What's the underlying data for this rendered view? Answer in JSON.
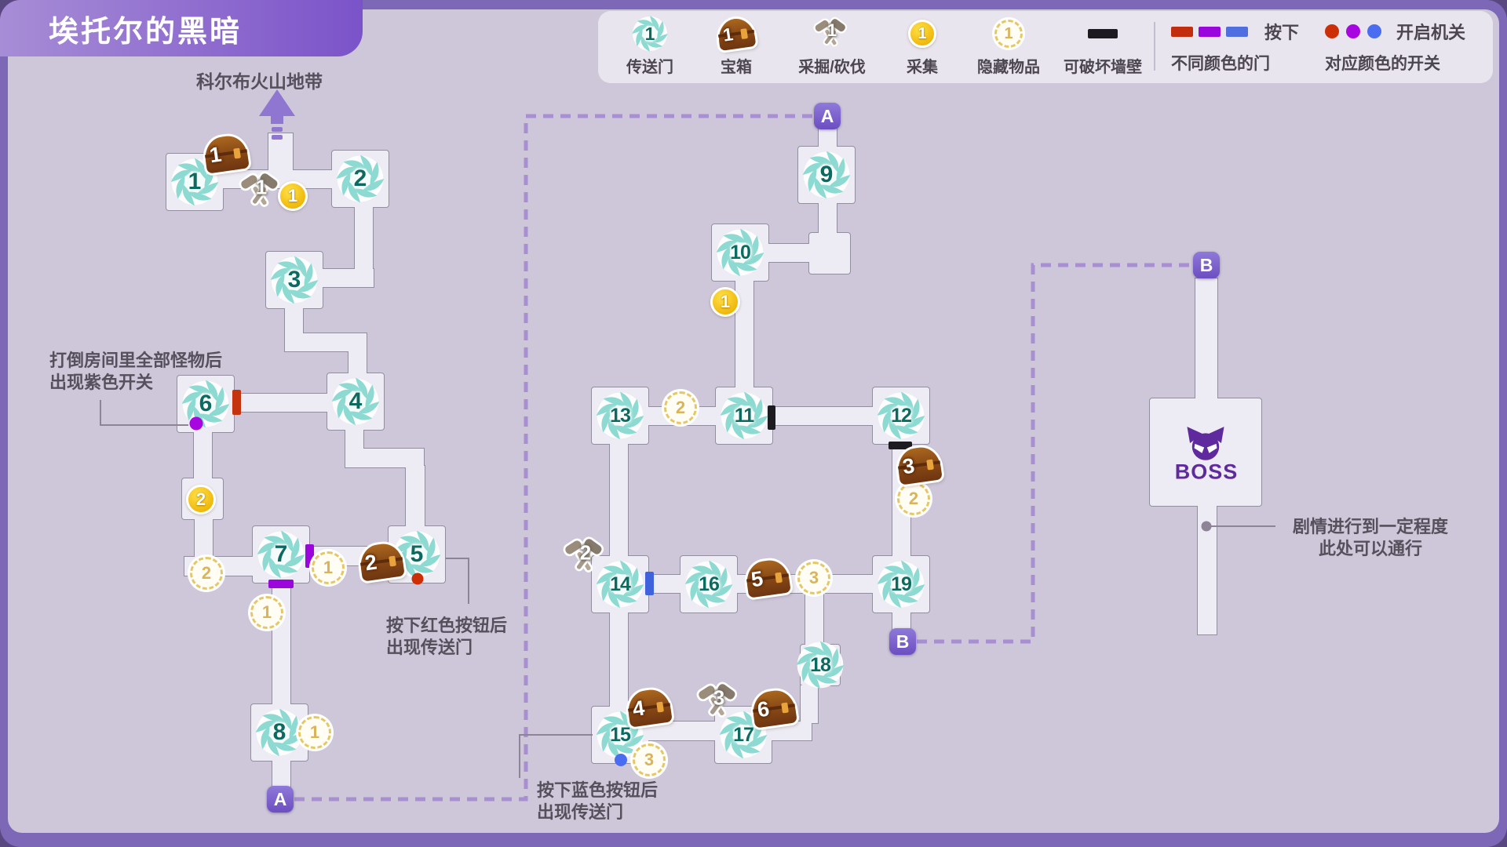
{
  "title": "埃托尔的黑暗",
  "legend": {
    "items": [
      {
        "name": "portal",
        "value": "1",
        "label": "传送门"
      },
      {
        "name": "chest",
        "value": "1",
        "label": "宝箱"
      },
      {
        "name": "mallet",
        "value": "1",
        "label": "采掘/砍伐"
      },
      {
        "name": "coin",
        "value": "1",
        "label": "采集"
      },
      {
        "name": "hidden",
        "value": "1",
        "label": "隐藏物品"
      },
      {
        "name": "wall",
        "value": "",
        "label": "可破坏墙壁"
      }
    ],
    "doors": {
      "press": "按下",
      "label": "不同颜色的门",
      "colors": [
        "#c22e0d",
        "#9b06dd",
        "#4f6fe0"
      ]
    },
    "switches": {
      "action": "开启机关",
      "label": "对应颜色的开关",
      "colors": [
        "#cc2f05",
        "#a806e0",
        "#4a6cf0"
      ]
    }
  },
  "markers": {
    "a": "A",
    "b": "B"
  },
  "map": {
    "portals": [
      "1",
      "2",
      "3",
      "4",
      "5",
      "6",
      "7",
      "8",
      "9",
      "10",
      "11",
      "12",
      "13",
      "14",
      "15",
      "16",
      "17",
      "18",
      "19"
    ],
    "chests": [
      "1",
      "2",
      "3",
      "4",
      "5",
      "6"
    ],
    "mallets": [
      "1",
      "2",
      "3"
    ],
    "coins": [
      "1",
      "2",
      "1"
    ],
    "hidden": [
      "2",
      "1",
      "1",
      "1",
      "2",
      "2",
      "3",
      "3"
    ]
  },
  "annotations": {
    "volcano": "科尔布火山地带",
    "purple_switch": [
      "打倒房间里全部怪物后",
      "出现紫色开关"
    ],
    "red_button": [
      "按下红色按钮后",
      "出现传送门"
    ],
    "blue_button": [
      "按下蓝色按钮后",
      "出现传送门"
    ],
    "boss_path": [
      "剧情进行到一定程度",
      "此处可以通行"
    ],
    "boss": "BOSS"
  },
  "colors": {
    "frame": "#7c68b6",
    "background": "#cdc7d9",
    "room_fill": "#edebf3",
    "dashed_path": "#a78fd2",
    "marker": "#6c4ec0",
    "portal_number": "#0c6b60"
  }
}
